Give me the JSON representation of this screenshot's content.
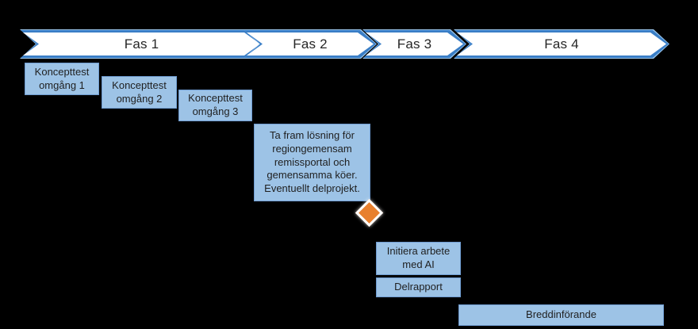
{
  "diagram": {
    "type": "phase-timeline",
    "background_color": "#000000",
    "phase_band": {
      "fill": "#ffffff",
      "border_color": "#3a7ec6",
      "border_glow": "#9cc7ec",
      "text_color": "#262626"
    },
    "phases": [
      {
        "label": "Fas 1"
      },
      {
        "label": "Fas 2"
      },
      {
        "label": "Fas 3"
      },
      {
        "label": "Fas 4"
      }
    ],
    "box_style": {
      "fill": "#9dc3e6",
      "border_color": "#6f9cd1",
      "text_color": "#1f1f1f"
    },
    "boxes": [
      {
        "id": "koncepttest-1",
        "text": "Koncepttest omgång 1"
      },
      {
        "id": "koncepttest-2",
        "text": "Koncepttest omgång 2"
      },
      {
        "id": "koncepttest-3",
        "text": "Koncepttest omgång 3"
      },
      {
        "id": "losning",
        "text": "Ta fram lösning för regiongemensam remissportal och gemensamma köer. Eventuellt delprojekt."
      },
      {
        "id": "initiera-ai",
        "text": "Initiera arbete med AI"
      },
      {
        "id": "delrapport",
        "text": "Delrapport"
      },
      {
        "id": "breddinforande",
        "text": "Breddinförande"
      }
    ],
    "milestone": {
      "shape": "diamond",
      "color": "#e8802e",
      "border_color": "#ffffff"
    }
  }
}
